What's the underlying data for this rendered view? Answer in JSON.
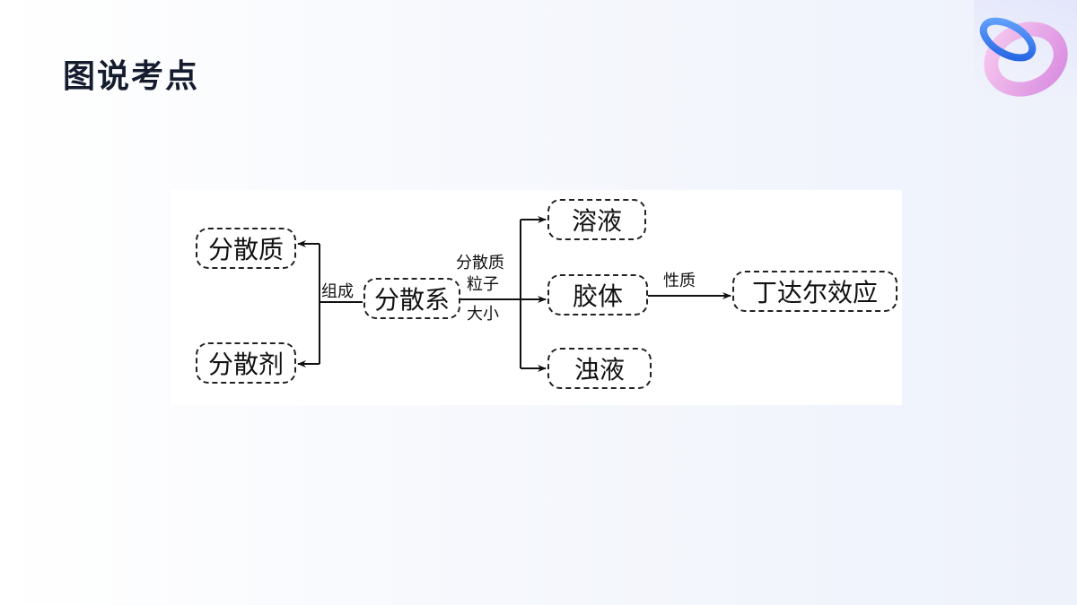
{
  "slide": {
    "title": "图说考点"
  },
  "diagram": {
    "nodes": {
      "solute": "分散质",
      "solvent": "分散剂",
      "system": "分散系",
      "solution": "溶液",
      "colloid": "胶体",
      "suspension": "浊液",
      "tyndall": "丁达尔效应"
    },
    "labels": {
      "composition": "组成",
      "particle_line1": "分散质",
      "particle_line2": "粒子",
      "particle_line3": "大小",
      "property": "性质"
    }
  },
  "colors": {
    "title": "#141c2e",
    "ring_blue": "#2f7bf5",
    "ring_pink": "#e8a6e6"
  }
}
